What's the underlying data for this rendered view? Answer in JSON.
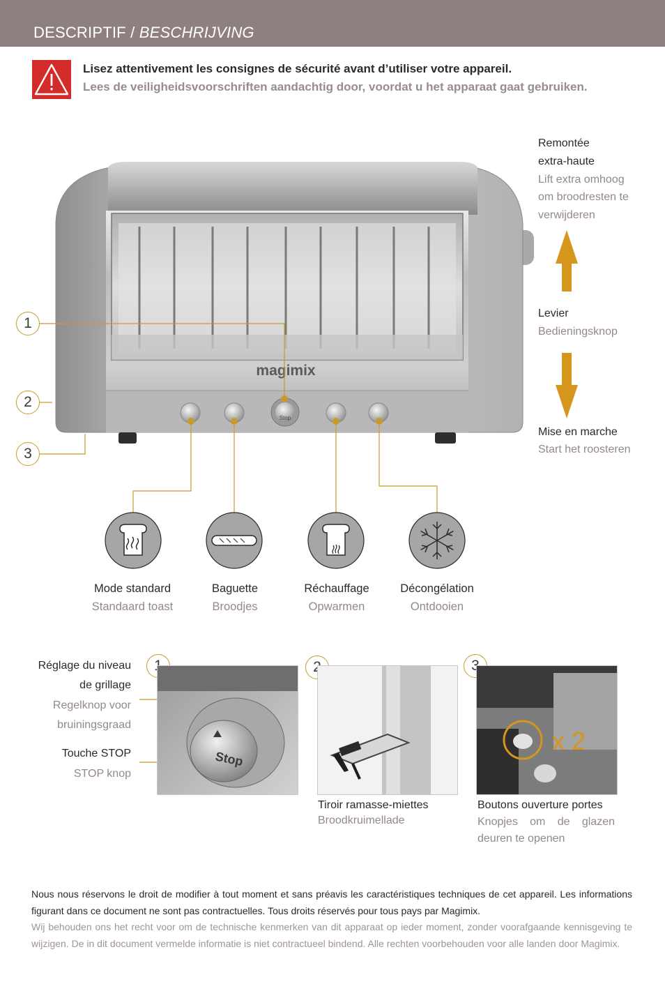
{
  "header": {
    "title_fr": "DESCRIPTIF",
    "separator": " / ",
    "title_nl": "BESCHRIJVING"
  },
  "warning": {
    "icon": "warning-triangle-icon",
    "fr": "Lisez attentivement les consignes de sécurité avant d’utiliser votre appareil.",
    "nl": "Lees de veiligheidsvoorschriften aandachtig door, voordat u het apparaat gaat gebruiken."
  },
  "callouts": [
    "1",
    "2",
    "3"
  ],
  "right_labels": {
    "lift": {
      "fr_1": "Remontée",
      "fr_2": "extra-haute",
      "nl_1": "Lift extra omhoog",
      "nl_2": "om broodresten te",
      "nl_3": "verwijderen"
    },
    "lever": {
      "fr": "Levier",
      "nl": "Bedieningsknop"
    },
    "start": {
      "fr": "Mise en marche",
      "nl": "Start het roosteren"
    }
  },
  "toaster_brand": "magimix",
  "stop_label": "Stop",
  "modes": [
    {
      "icon": "toast-standard-icon",
      "fr": "Mode standard",
      "nl": "Standaard toast"
    },
    {
      "icon": "baguette-icon",
      "fr": "Baguette",
      "nl": "Broodjes"
    },
    {
      "icon": "reheat-icon",
      "fr": "Réchauffage",
      "nl": "Opwarmen"
    },
    {
      "icon": "snowflake-icon",
      "fr": "Décongélation",
      "nl": "Ontdooien"
    }
  ],
  "details": {
    "d1": {
      "fr_1": "Réglage du niveau",
      "fr_2": "de grillage",
      "nl_1": "Regelknop voor",
      "nl_2": "bruiningsgraad",
      "stop_fr": "Touche STOP",
      "stop_nl": "STOP knop"
    },
    "d2": {
      "fr": "Tiroir ramasse-miettes",
      "nl": "Broodkruimellade"
    },
    "d3": {
      "fr": "Boutons ouverture portes",
      "nl_1": "Knopjes om de glazen",
      "nl_2": "deuren te openen",
      "multiplier": "x 2"
    }
  },
  "footer": {
    "fr": "Nous nous réservons le droit de modifier à tout moment et sans préavis les caractéristiques techniques de cet appareil. Les informations figurant dans ce document ne sont pas contractuelles. Tous droits réservés pour tous pays par Magimix.",
    "nl": "Wij behouden ons het recht voor om de technische kenmerken van dit apparaat op ieder moment, zonder voorafgaande kennisgeving te wijzigen. De in dit document vermelde informatie is niet contractueel bindend. Alle rechten voorbehouden voor alle landen door Magimix."
  },
  "colors": {
    "header": "#8e8080",
    "warning": "#d32a2a",
    "accent": "#c89a2e",
    "arrow": "#d4961c",
    "secondary_text": "#948888"
  }
}
